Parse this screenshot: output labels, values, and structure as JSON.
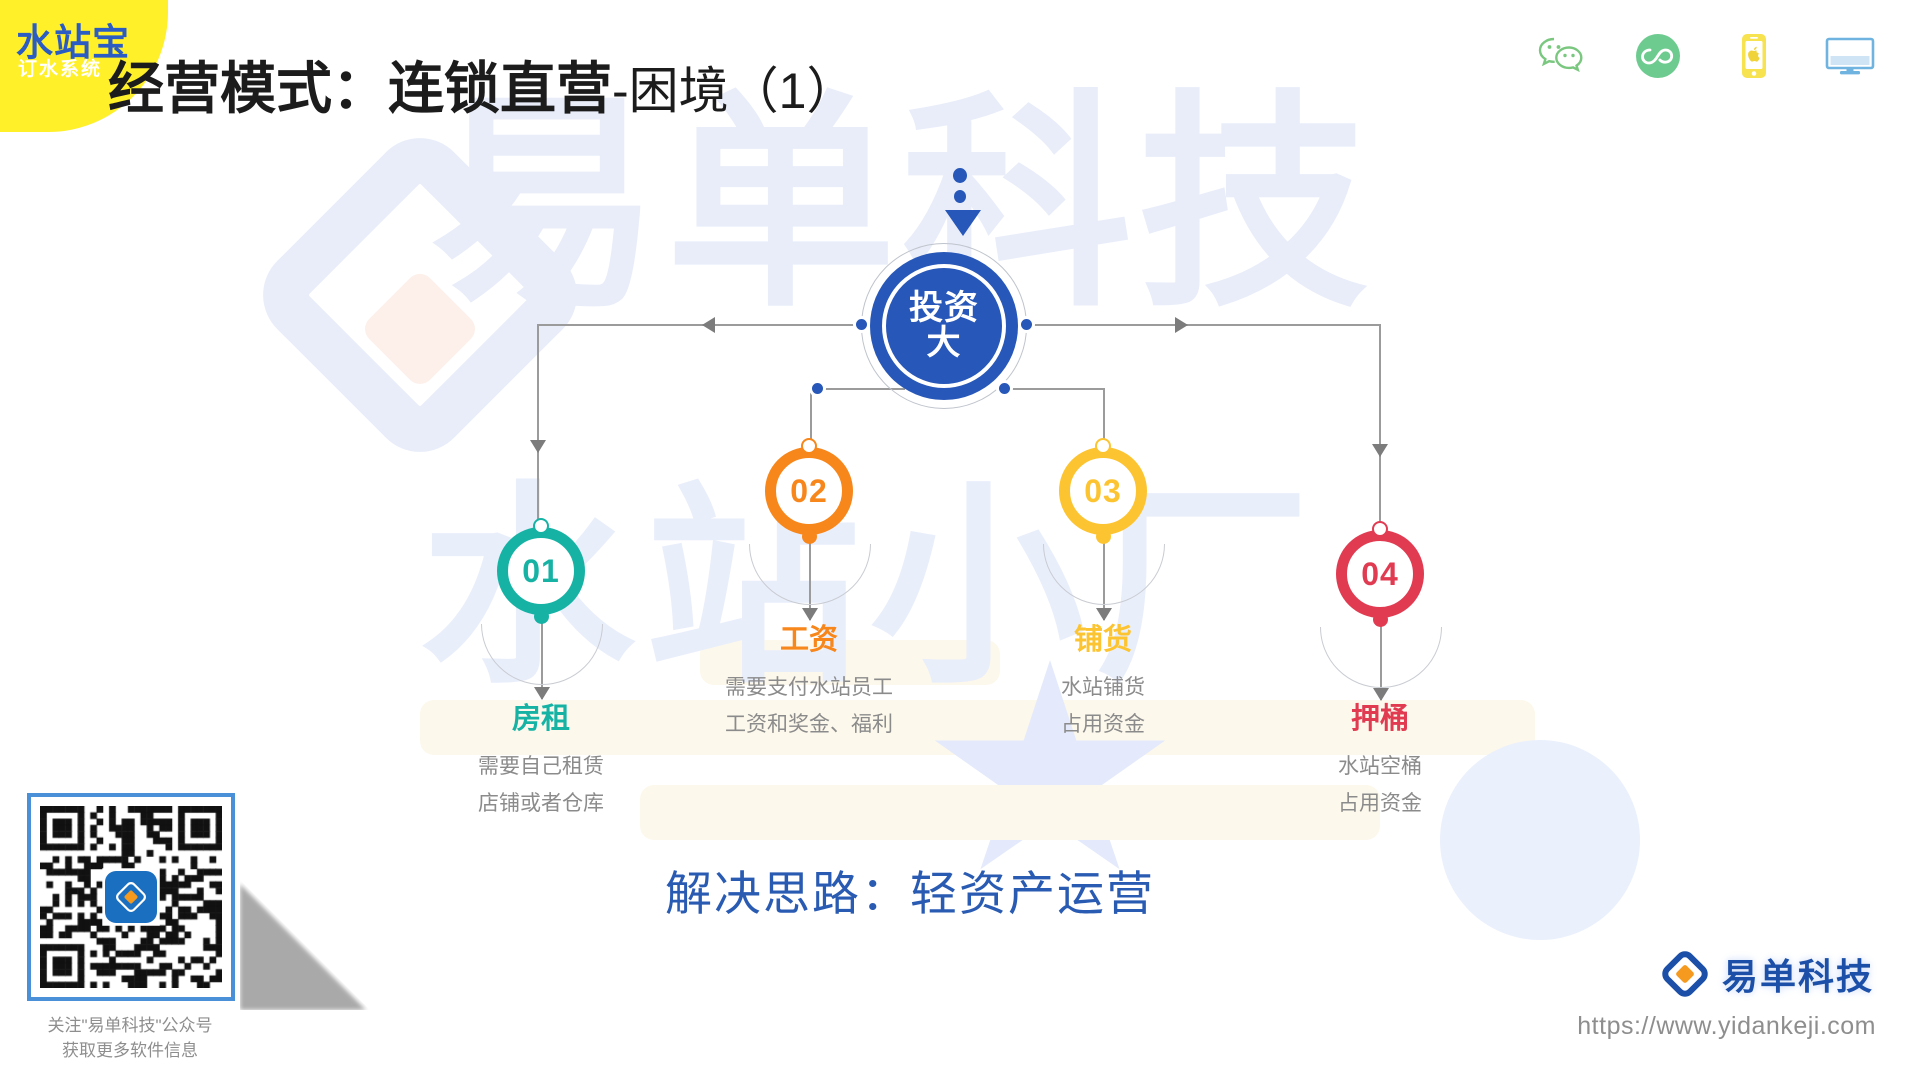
{
  "brand": {
    "badge_line1": "水站宝",
    "badge_line2": "订水系统",
    "badge_bg": "#FFF02A",
    "badge_text_color": "#2B5CC4"
  },
  "header": {
    "title_strong": "经营模式：连锁直营",
    "title_light": "-困境（1）",
    "platform_icons": [
      {
        "name": "wechat-icon",
        "label": "微信",
        "color": "#7ac77f"
      },
      {
        "name": "miniprogram-icon",
        "label": "小程序",
        "color": "#6dcb8f"
      },
      {
        "name": "mobile-app-icon",
        "label": "手机APP",
        "color": "#f7e24f"
      },
      {
        "name": "desktop-icon",
        "label": "电脑端",
        "color": "#6fb3e0"
      }
    ]
  },
  "watermark": {
    "top_text": "易单科技",
    "bottom_text": "水站小厂",
    "color": "#E8EDF9"
  },
  "diagram": {
    "hub": {
      "label_line1": "投资",
      "label_line2": "大",
      "color": "#2757B8"
    },
    "nodes": [
      {
        "num": "01",
        "color": "#16B3A5",
        "head": "房租",
        "desc_line1": "需要自己租赁",
        "desc_line2": "店铺或者仓库"
      },
      {
        "num": "02",
        "color": "#F7861B",
        "head": "工资",
        "desc_line1": "需要支付水站员工",
        "desc_line2": "工资和奖金、福利"
      },
      {
        "num": "03",
        "color": "#FDC431",
        "head": "铺货",
        "desc_line1": "水站铺货",
        "desc_line2": "占用资金"
      },
      {
        "num": "04",
        "color": "#E13B52",
        "head": "押桶",
        "desc_line1": "水站空桶",
        "desc_line2": "占用资金"
      }
    ],
    "statement": "解决思路：轻资产运营",
    "statement_color": "#2A5BB3"
  },
  "qr": {
    "caption_line1": "关注\"易单科技\"公众号",
    "caption_line2": "获取更多软件信息",
    "border_color": "#4A90D9"
  },
  "footer": {
    "brand_name": "易单科技",
    "url": "https://www.yidankeji.com",
    "brand_color": "#1B4FA8",
    "accent_color": "#F59A1E"
  }
}
